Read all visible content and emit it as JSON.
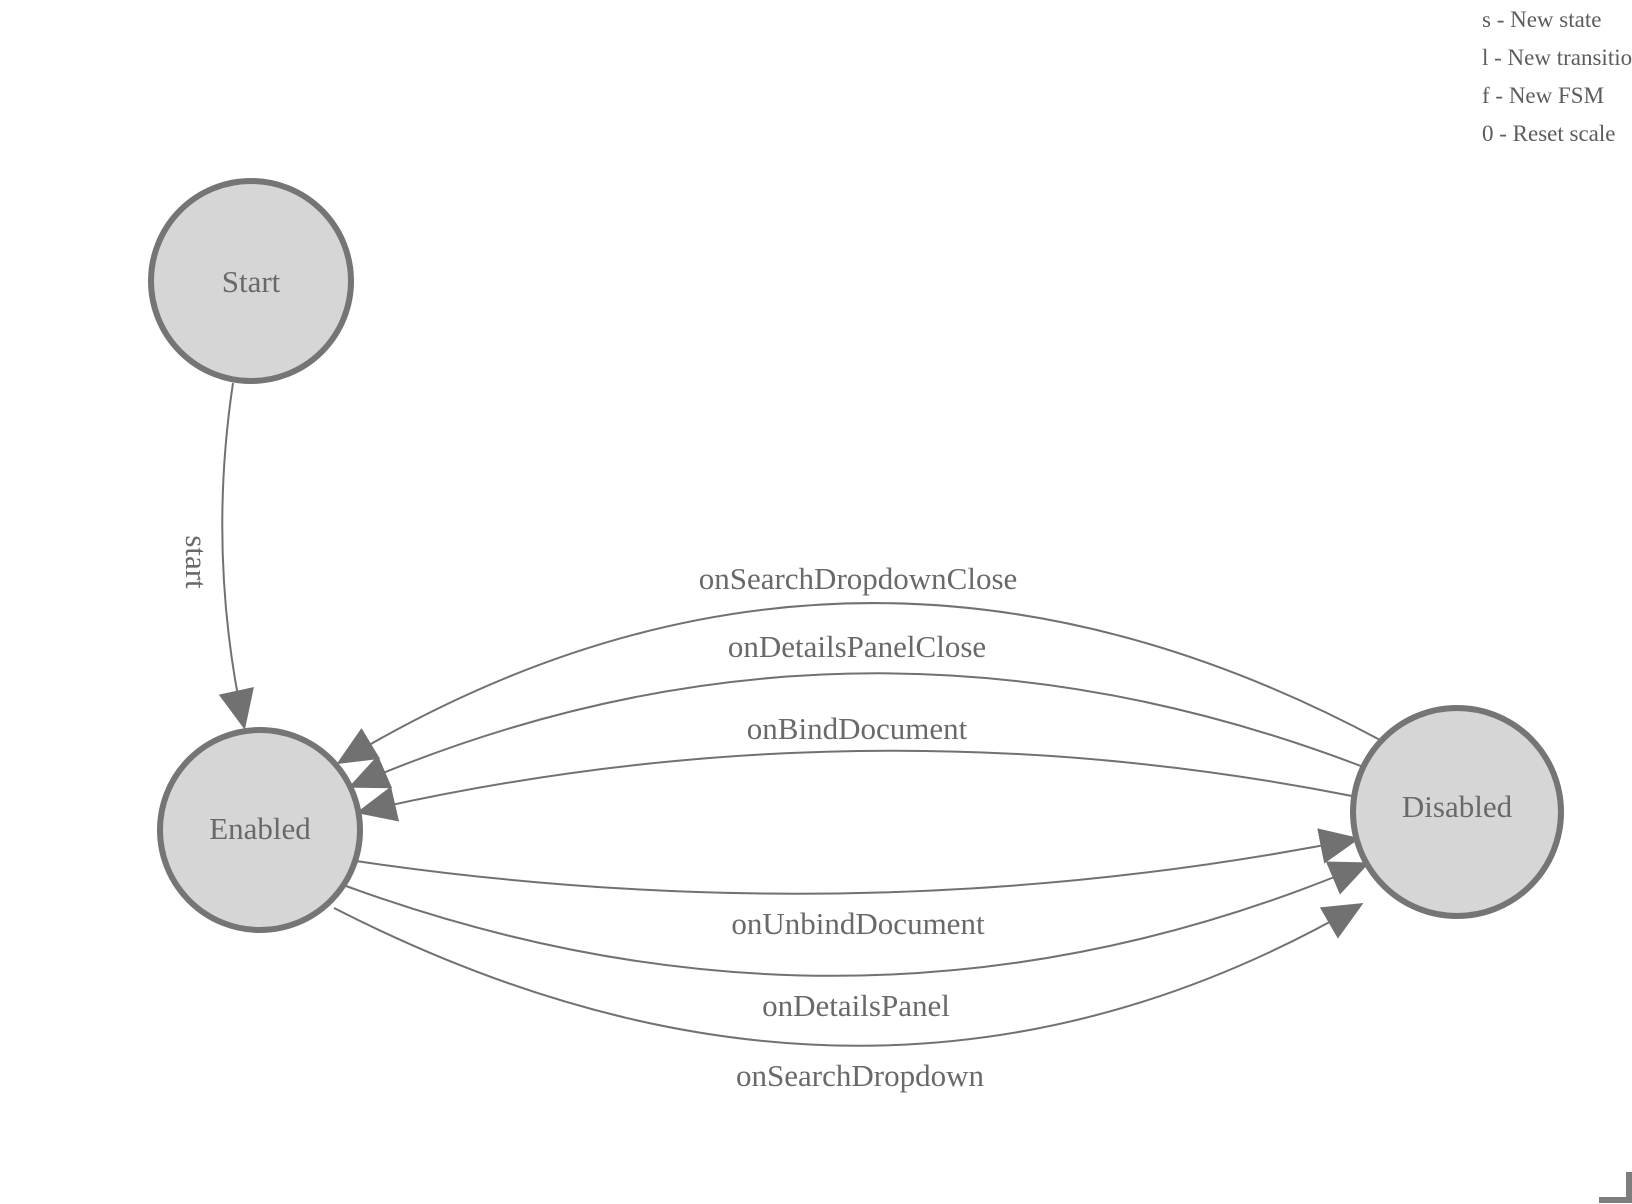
{
  "colors": {
    "state_fill": "#d6d6d6",
    "state_border": "#757575",
    "edge_stroke": "#717171",
    "label_text": "#696969",
    "legend_text": "#5c5c5c",
    "background": "#ffffff"
  },
  "legend": {
    "items": [
      "s - New state",
      "l - New transition",
      "f - New FSM",
      "0 - Reset scale"
    ]
  },
  "states": [
    {
      "label": "Start"
    },
    {
      "label": "Enabled"
    },
    {
      "label": "Disabled"
    }
  ],
  "transitions": [
    {
      "label": "start",
      "from": "Start",
      "to": "Enabled"
    },
    {
      "label": "onSearchDropdownClose",
      "from": "Disabled",
      "to": "Enabled"
    },
    {
      "label": "onDetailsPanelClose",
      "from": "Disabled",
      "to": "Enabled"
    },
    {
      "label": "onBindDocument",
      "from": "Disabled",
      "to": "Enabled"
    },
    {
      "label": "onUnbindDocument",
      "from": "Enabled",
      "to": "Disabled"
    },
    {
      "label": "onDetailsPanel",
      "from": "Enabled",
      "to": "Disabled"
    },
    {
      "label": "onSearchDropdown",
      "from": "Enabled",
      "to": "Disabled"
    }
  ]
}
